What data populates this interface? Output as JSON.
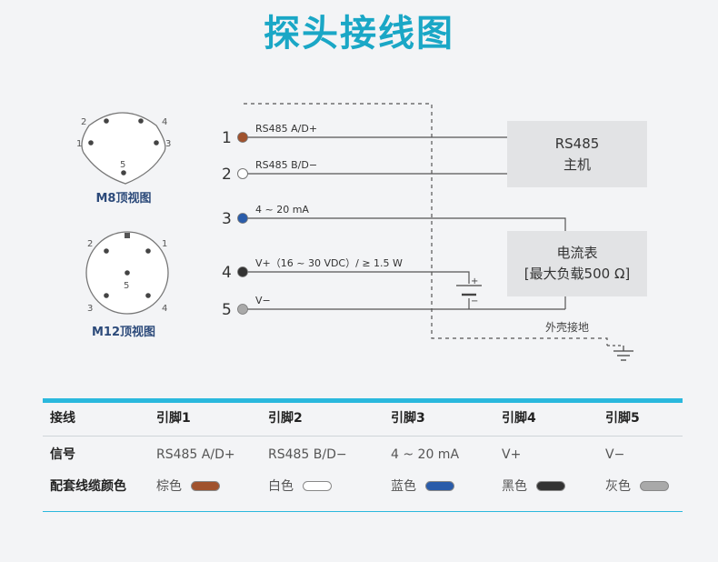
{
  "title": "探头接线图",
  "m8": {
    "label": "M8顶视图",
    "pins": [
      "1",
      "2",
      "3",
      "4",
      "5"
    ]
  },
  "m12": {
    "label": "M12顶视图",
    "pins": [
      "1",
      "2",
      "3",
      "4",
      "5"
    ]
  },
  "wires": [
    {
      "num": "1",
      "label": "RS485 A/D+",
      "color": "#a0522d"
    },
    {
      "num": "2",
      "label": "RS485 B/D−",
      "color": "#ffffff"
    },
    {
      "num": "3",
      "label": "4 ~ 20 mA",
      "color": "#2a5caa"
    },
    {
      "num": "4",
      "label": "V+（16 ~ 30 VDC）/ ≥ 1.5 W",
      "color": "#333333"
    },
    {
      "num": "5",
      "label": "V−",
      "color": "#a9a9a9"
    }
  ],
  "host_box": {
    "line1": "RS485",
    "line2": "主机"
  },
  "meter_box": {
    "line1": "电流表",
    "line2": "[最大负载500 Ω]"
  },
  "battery_plus": "+",
  "battery_minus": "−",
  "ground_label": "外壳接地",
  "table": {
    "header": [
      "接线",
      "引脚1",
      "引脚2",
      "引脚3",
      "引脚4",
      "引脚5"
    ],
    "signal": [
      "信号",
      "RS485 A/D+",
      "RS485 B/D−",
      "4 ~ 20 mA",
      "V+",
      "V−"
    ],
    "color_row_label": "配套线缆颜色",
    "colors": [
      {
        "name": "棕色",
        "hex": "#a0522d"
      },
      {
        "name": "白色",
        "hex": "#ffffff"
      },
      {
        "name": "蓝色",
        "hex": "#2a5caa"
      },
      {
        "name": "黑色",
        "hex": "#333333"
      },
      {
        "name": "灰色",
        "hex": "#a9a9a9"
      }
    ]
  }
}
